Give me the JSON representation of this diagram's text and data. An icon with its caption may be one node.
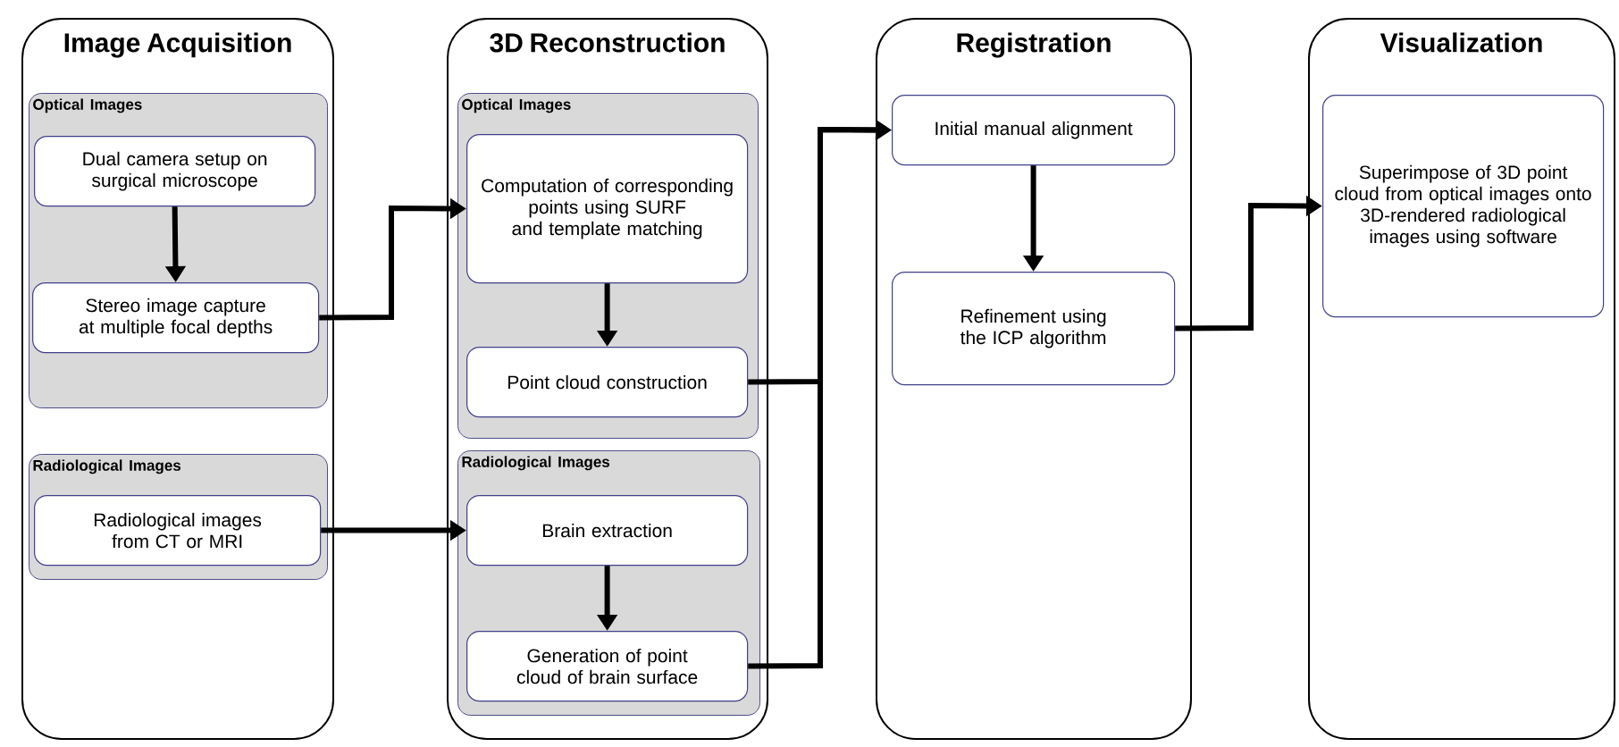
{
  "diagram": {
    "nodes": [
      {
        "text": [
          "Image Acquisition"
        ]
      },
      {
        "text": [
          "Optical Images"
        ],
        "in": 0
      },
      {
        "text": [
          "Dual camera setup on surgical microscope"
        ],
        "in": 1
      },
      {
        "text": [
          "Stereo image capture at multiple focal depths"
        ],
        "in": 1
      },
      {
        "text": [
          "Radiological Images"
        ],
        "in": 0
      },
      {
        "text": [
          "Radiological images from CT or MRI"
        ],
        "in": 4
      },
      {
        "text": [
          "3D Reconstruction"
        ]
      },
      {
        "text": [
          "Optical Images"
        ],
        "in": 6
      },
      {
        "text": [
          "Computation of corresponding points using SURF and template matching"
        ],
        "in": 7
      },
      {
        "text": [
          "Point cloud construction"
        ],
        "in": 7
      },
      {
        "text": [
          "Radiological Images"
        ],
        "in": 6
      },
      {
        "text": [
          "Brain extraction"
        ],
        "in": 10
      },
      {
        "text": [
          "Generation of point cloud of brain surface"
        ],
        "in": 10
      },
      {
        "text": [
          "Registration"
        ]
      },
      {
        "text": [
          "Initial manual alignment"
        ],
        "in": 13
      },
      {
        "text": [
          "Refinement using the ICP algorithm"
        ],
        "in": 13
      },
      {
        "text": [
          "Visualization"
        ]
      },
      {
        "text": [
          "Superimpose of 3D point cloud from optical images onto 3D-rendered radiological images using software"
        ],
        "in": 16
      }
    ],
    "edges": [
      {
        "from": 2,
        "to": 3,
        "arrow": "to"
      },
      {
        "from": 3,
        "to": 8,
        "arrow": "to"
      },
      {
        "from": 5,
        "to": 11,
        "arrow": "to"
      },
      {
        "from": 8,
        "to": 9,
        "arrow": "to"
      },
      {
        "from": 11,
        "to": 12,
        "arrow": "to"
      },
      {
        "from": 9,
        "to": 14,
        "arrow": "to"
      },
      {
        "from": 12,
        "to": 14,
        "arrow": "to"
      },
      {
        "from": 14,
        "to": 15,
        "arrow": "to"
      },
      {
        "from": 15,
        "to": 17,
        "arrow": "to"
      }
    ]
  }
}
